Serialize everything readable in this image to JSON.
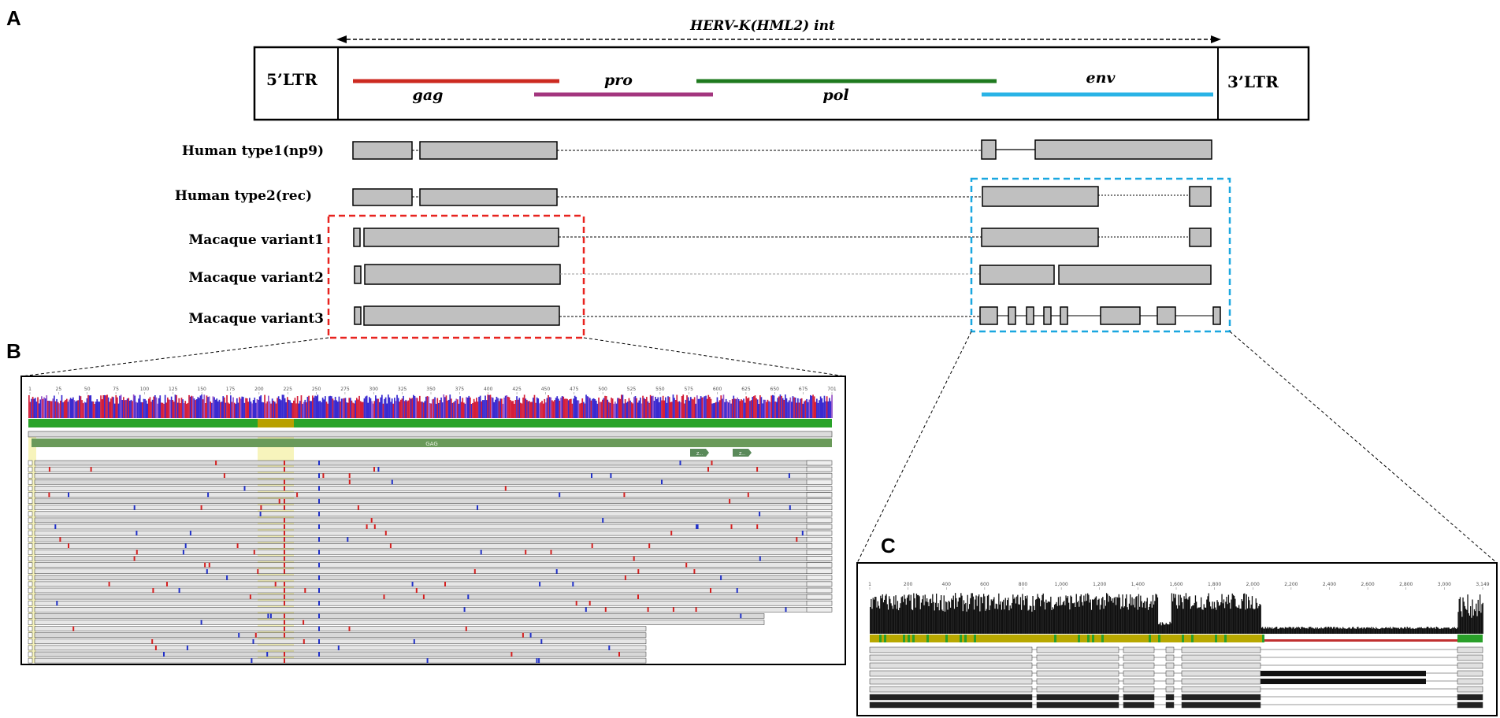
{
  "panels": {
    "a": "A",
    "b": "B",
    "c": "C"
  },
  "genome": {
    "span_label": "HERV-K(HML2) int",
    "ltr5": "5’LTR",
    "ltr3": "3’LTR",
    "genes": [
      {
        "name": "gag",
        "color": "#cc2a20"
      },
      {
        "name": "pro",
        "color": "#a3357e"
      },
      {
        "name": "pol",
        "color": "#1f7a1f"
      },
      {
        "name": "env",
        "color": "#29b3e6"
      }
    ]
  },
  "transcripts": [
    "Human type1(np9)",
    "Human type2(rec)",
    "Macaque variant1",
    "Macaque variant2",
    "Macaque variant3"
  ],
  "alignment_b": {
    "annotation_label": "GAG",
    "small_features": [
      "Z...",
      "Z..."
    ],
    "ticks": [
      "1",
      "25",
      "50",
      "75",
      "100",
      "125",
      "150",
      "175",
      "200",
      "225",
      "250",
      "275",
      "300",
      "325",
      "350",
      "375",
      "400",
      "425",
      "450",
      "475",
      "500",
      "525",
      "550",
      "575",
      "600",
      "625",
      "650",
      "675",
      "701"
    ]
  },
  "alignment_c": {
    "ticks": [
      "1",
      "200",
      "400",
      "600",
      "800",
      "1,000",
      "1,200",
      "1,400",
      "1,600",
      "1,800",
      "2,000",
      "2,200",
      "2,400",
      "2,600",
      "2,800",
      "3,000",
      "3,149"
    ]
  },
  "colors": {
    "box_fill": "#c0c0c0",
    "red_dash": "#e8231f",
    "blue_dash": "#1aa7e0",
    "highlight": "#f4f0a0",
    "annotation_green": "#6a9a5a"
  }
}
